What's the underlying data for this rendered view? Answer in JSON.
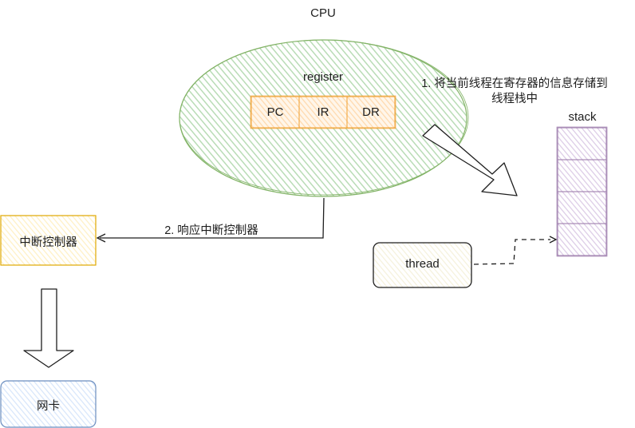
{
  "diagram": {
    "cpu": {
      "label": "CPU",
      "fill": "#d5e8d4",
      "stroke": "#82b366"
    },
    "register": {
      "label": "register",
      "cells": [
        "PC",
        "IR",
        "DR"
      ],
      "fill": "#ffe6cc",
      "stroke": "#f0a030"
    },
    "annotation_1": {
      "line1": "1. 将当前线程在寄存器的信息存储到",
      "line2": "线程栈中"
    },
    "stack": {
      "label": "stack",
      "cell_count": 4,
      "fill": "#e1d5e7",
      "stroke": "#9673a6"
    },
    "thread": {
      "label": "thread",
      "fill": "#f9f7ed",
      "stroke": "#1e1e1e"
    },
    "annotation_2": {
      "label": "2. 响应中断控制器"
    },
    "interrupt_controller": {
      "label": "中断控制器",
      "fill": "#fff2cc",
      "stroke": "#e0a800"
    },
    "nic": {
      "label": "网卡",
      "fill": "#dae8fc",
      "stroke": "#6c8ebf"
    }
  }
}
